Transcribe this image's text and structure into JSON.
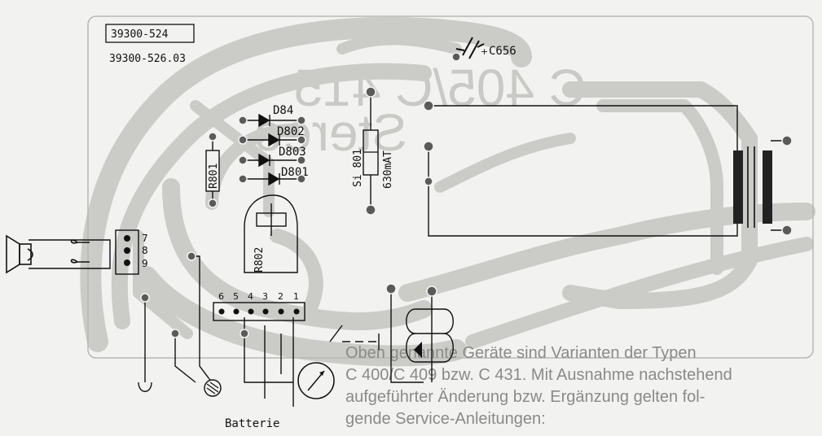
{
  "board": {
    "part_number_boxed": "39300-524",
    "part_number_alt": "39300-526.03"
  },
  "components": {
    "c656": "C656",
    "c656_polarity": "+",
    "d84": "D84",
    "d802": "D802",
    "d803": "D803",
    "d801": "D801",
    "r801": "R801",
    "r802": "R802",
    "fuse_ref": "Si 801",
    "fuse_value": "630mAT"
  },
  "connectors": {
    "speaker_pins": [
      "7",
      "8",
      "9"
    ],
    "header_pins": [
      "6",
      "5",
      "4",
      "3",
      "2",
      "1"
    ]
  },
  "labels": {
    "battery": "Batterie"
  },
  "bleed_through": {
    "title_mirrored": "C 405/C 415",
    "subtitle_mirrored": "Stereo",
    "note_lines": [
      "Oben genannte Geräte sind Varianten der Typen",
      "C 400/C 409 bzw. C 431. Mit Ausnahme nachstehend",
      "aufgeführter Änderung bzw. Ergänzung gelten fol-",
      "gende Service-Anleitungen:"
    ]
  },
  "colors": {
    "copper_trace": "#cbcbc8",
    "ink": "#111111",
    "paper": "#f2f2f0"
  }
}
